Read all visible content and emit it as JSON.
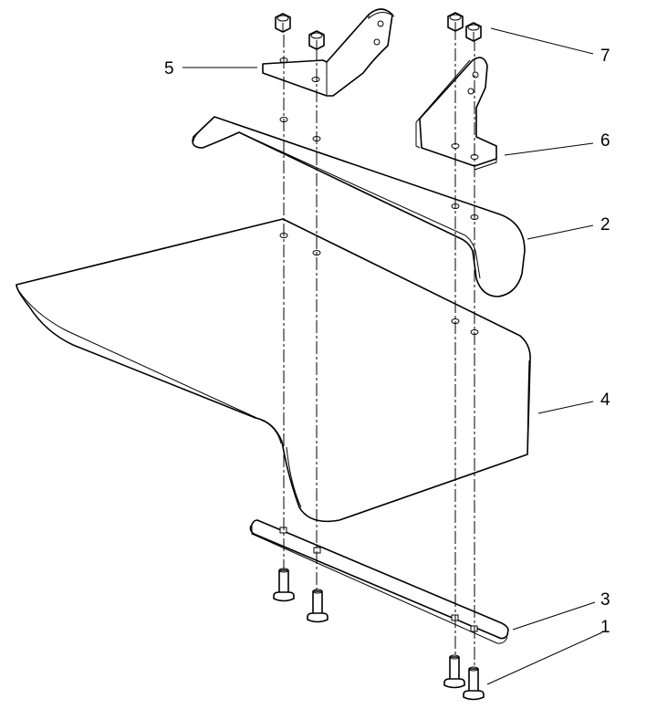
{
  "callouts": {
    "c1": "1",
    "c2": "2",
    "c3": "3",
    "c4": "4",
    "c5": "5",
    "c6": "6",
    "c7": "7"
  },
  "parts": {
    "p1": "carriage-bolt",
    "p2": "upper-strap",
    "p3": "lower-strap",
    "p4": "deflector-shield",
    "p5": "left-bracket",
    "p6": "right-bracket",
    "p7": "hex-nut"
  }
}
